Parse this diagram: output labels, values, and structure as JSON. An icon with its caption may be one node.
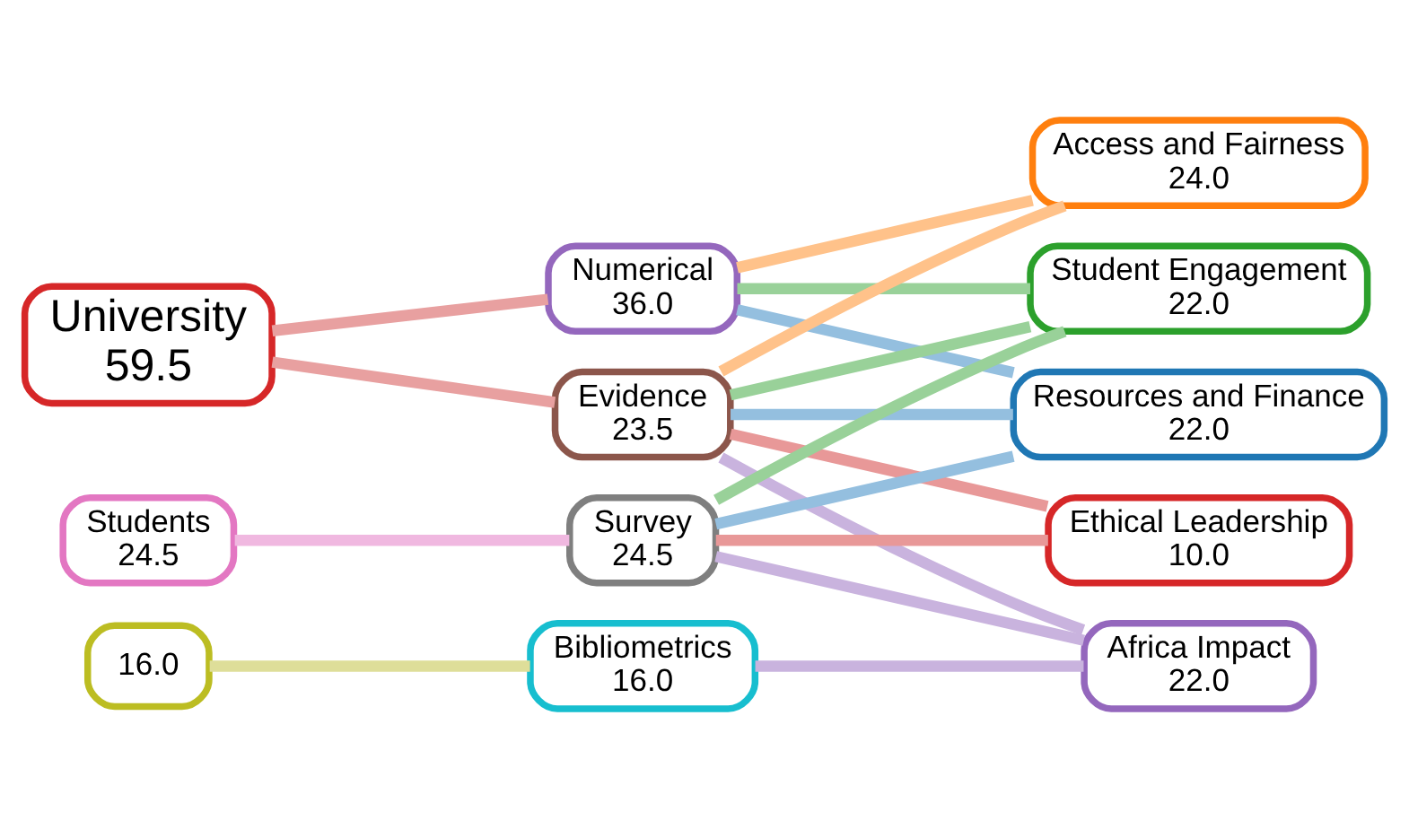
{
  "diagram": {
    "nodes": [
      {
        "text": [
          "University",
          "59.5"
        ]
      },
      {
        "text": [
          "Numerical",
          "36.0"
        ]
      },
      {
        "text": [
          "Evidence",
          "23.5"
        ]
      },
      {
        "text": [
          "Students",
          "24.5"
        ]
      },
      {
        "text": [
          "Survey",
          "24.5"
        ]
      },
      {
        "text": [
          "16.0"
        ]
      },
      {
        "text": [
          "Bibliometrics",
          "16.0"
        ]
      },
      {
        "text": [
          "Access and Fairness",
          "24.0"
        ]
      },
      {
        "text": [
          "Resources and Finance",
          "22.0"
        ]
      },
      {
        "text": [
          "Student Engagement",
          "22.0"
        ]
      },
      {
        "text": [
          "Ethical Leadership",
          "10.0"
        ]
      },
      {
        "text": [
          "Africa Impact",
          "22.0"
        ]
      }
    ],
    "edges": [
      {
        "from": 0,
        "to": 1,
        "arrow": "none",
        "color": "#e8a0a0"
      },
      {
        "from": 0,
        "to": 2,
        "arrow": "none",
        "color": "#e8a0a0"
      },
      {
        "from": 3,
        "to": 4,
        "arrow": "none",
        "color": "#f0b8e0"
      },
      {
        "from": 5,
        "to": 6,
        "arrow": "none",
        "color": "#dede99"
      },
      {
        "from": 1,
        "to": 7,
        "arrow": "none",
        "color": "#ffc28a"
      },
      {
        "from": 1,
        "to": 8,
        "arrow": "none",
        "color": "#94bfdf"
      },
      {
        "from": 1,
        "to": 9,
        "arrow": "none",
        "color": "#99d199"
      },
      {
        "from": 2,
        "to": 7,
        "arrow": "none",
        "color": "#ffc28a"
      },
      {
        "from": 2,
        "to": 8,
        "arrow": "none",
        "color": "#94bfdf"
      },
      {
        "from": 2,
        "to": 9,
        "arrow": "none",
        "color": "#99d199"
      },
      {
        "from": 2,
        "to": 10,
        "arrow": "none",
        "color": "#e89898"
      },
      {
        "from": 2,
        "to": 11,
        "arrow": "none",
        "color": "#c9b3de"
      },
      {
        "from": 4,
        "to": 8,
        "arrow": "none",
        "color": "#94bfdf"
      },
      {
        "from": 4,
        "to": 9,
        "arrow": "none",
        "color": "#99d199"
      },
      {
        "from": 4,
        "to": 10,
        "arrow": "none",
        "color": "#e89898"
      },
      {
        "from": 4,
        "to": 11,
        "arrow": "none",
        "color": "#c9b3de"
      },
      {
        "from": 6,
        "to": 11,
        "arrow": "none",
        "color": "#c9b3de"
      }
    ]
  }
}
